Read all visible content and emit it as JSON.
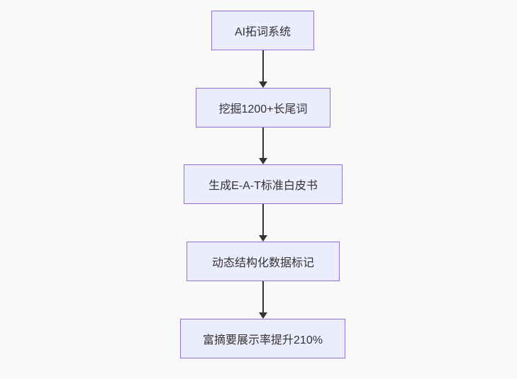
{
  "flowchart": {
    "type": "flowchart",
    "direction": "top-down",
    "nodes": [
      {
        "label": "AI拓词系统"
      },
      {
        "label": "挖掘1200+长尾词"
      },
      {
        "label": "生成E-A-T标准白皮书"
      },
      {
        "label": "动态结构化数据标记"
      },
      {
        "label": "富摘要展示率提升210%"
      }
    ],
    "edges": [
      {
        "from": 0,
        "to": 1
      },
      {
        "from": 1,
        "to": 2
      },
      {
        "from": 2,
        "to": 3
      },
      {
        "from": 3,
        "to": 4
      }
    ]
  },
  "colors": {
    "background": "#f9f9f9",
    "node_fill": "#ececff",
    "node_border": "#9370db",
    "text": "#333333",
    "arrow": "#333333"
  }
}
